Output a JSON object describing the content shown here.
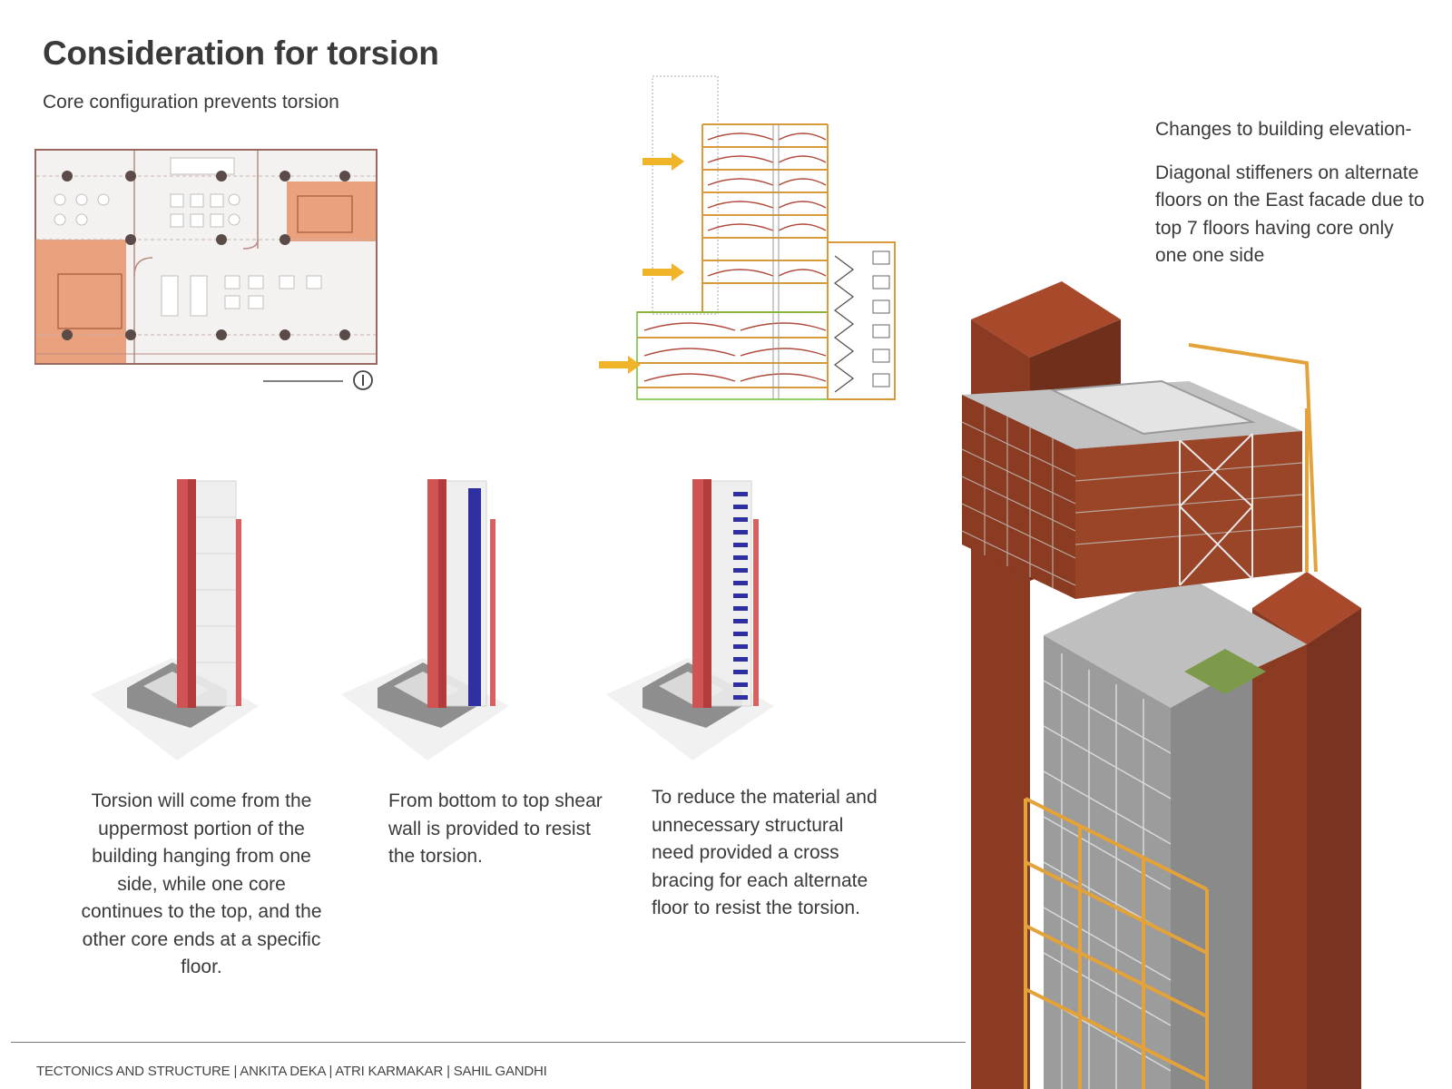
{
  "header": {
    "title": "Consideration for torsion",
    "subtitle": "Core configuration prevents torsion"
  },
  "side_note": {
    "line1": "Changes to building elevation-",
    "line2": "Diagonal stiffeners on alternate floors on the East facade due to top 7 floors having core only one one side"
  },
  "models": [
    {
      "caption": "Torsion will come from the uppermost portion of the building hanging from one side, while one core continues to the top, and the other core ends at a specific floor."
    },
    {
      "caption": "From bottom to top shear wall is provided to resist the torsion."
    },
    {
      "caption": "To reduce the material and unnecessary structural need provided a cross bracing for each alternate floor to resist the torsion."
    }
  ],
  "footer": {
    "credits": "TECTONICS AND STRUCTURE | ANKITA DEKA | ATRI KARMAKAR | SAHIL GANDHI"
  },
  "colors": {
    "core_red": "#c94545",
    "core_orange": "#e8966c",
    "brick": "#8a3b22",
    "timber": "#e3a23a",
    "arrow": "#f0b429",
    "shear_blue": "#2e2fa0"
  }
}
